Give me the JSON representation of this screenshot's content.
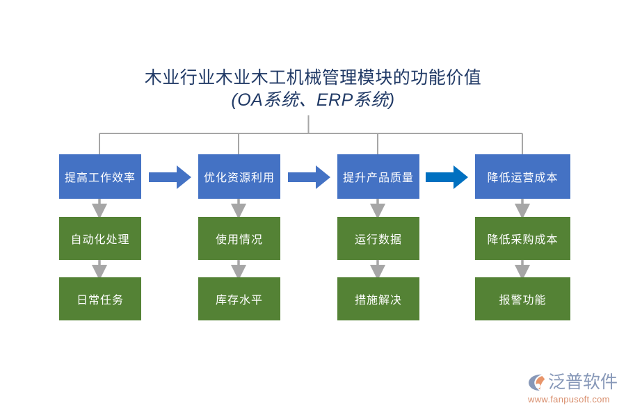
{
  "title": {
    "line1": "木业行业木业木工机械管理模块的功能价值",
    "line2": "(OA系统、ERP系统)"
  },
  "colors": {
    "blue_box": "#4472C4",
    "green_box": "#548235",
    "arrow_blue": "#4472C4",
    "arrow_blue_dark": "#0070C0",
    "connector_gray": "#A6A6A6",
    "title_text": "#213A66",
    "logo_text": "#8798B8",
    "logo_url": "#D98F6E",
    "logo_mark_blue": "#8798B8",
    "logo_mark_orange": "#E8956A",
    "background": "#FFFFFF"
  },
  "columns": [
    {
      "top_label": "提高工作效率",
      "mid_label": "自动化处理",
      "bottom_label": "日常任务"
    },
    {
      "top_label": "优化资源利用",
      "mid_label": "使用情况",
      "bottom_label": "库存水平"
    },
    {
      "top_label": "提升产品质量",
      "mid_label": "运行数据",
      "bottom_label": "措施解决"
    },
    {
      "top_label": "降低运营成本",
      "mid_label": "降低采购成本",
      "bottom_label": "报警功能"
    }
  ],
  "arrows": [
    {
      "name": "arrow-1",
      "color": "#4472C4"
    },
    {
      "name": "arrow-2",
      "color": "#4472C4"
    },
    {
      "name": "arrow-3",
      "color": "#0070C0"
    }
  ],
  "logo": {
    "brand": "泛普软件",
    "url": "www.fanpusoft.com"
  }
}
